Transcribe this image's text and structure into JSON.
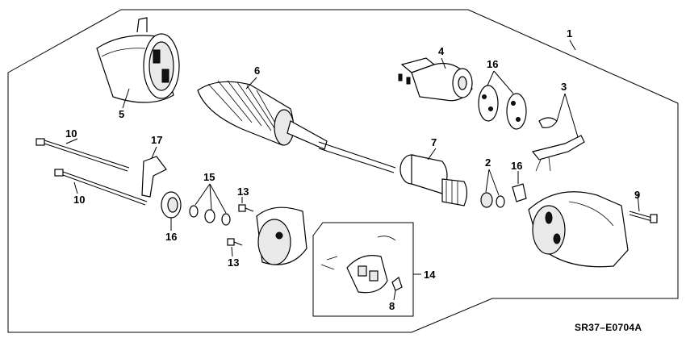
{
  "diagram": {
    "code": "SR37–E0704A",
    "callouts": {
      "p1": "1",
      "p2": "2",
      "p3": "3",
      "p4": "4",
      "p5": "5",
      "p6": "6",
      "p7": "7",
      "p8": "8",
      "p9": "9",
      "p10a": "10",
      "p10b": "10",
      "p13a": "13",
      "p13b": "13",
      "p14": "14",
      "p15": "15",
      "p16a": "16",
      "p16b": "16",
      "p16c": "16",
      "p17": "17"
    }
  }
}
